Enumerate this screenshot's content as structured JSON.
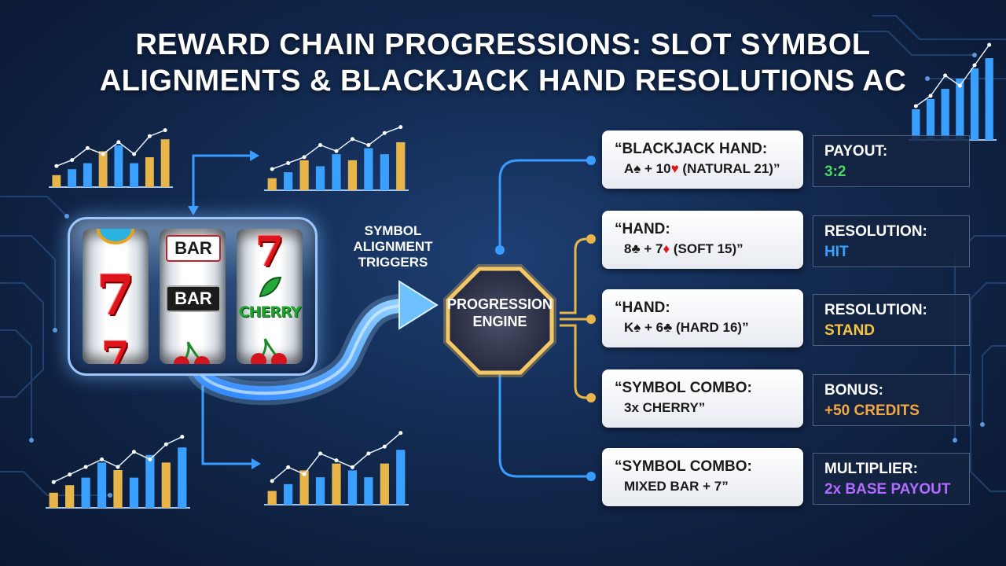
{
  "title": {
    "line1": "REWARD CHAIN PROGRESSIONS: SLOT SYMBOL",
    "line2": "ALIGNMENTS & BLACKJACK HAND RESOLUTIONS AC"
  },
  "slot_machine": {
    "reel1": {
      "top": "",
      "mid": "7",
      "bottom": "7"
    },
    "reel2": {
      "top": "BAR",
      "mid": "BAR"
    },
    "reel3": {
      "top": "7",
      "mid": "CHERRY"
    }
  },
  "trigger_label": {
    "line1": "SYMBOL",
    "line2": "ALIGNMENT",
    "line3": "TRIGGERS"
  },
  "engine": {
    "line1": "PROGRESSION",
    "line2": "ENGINE"
  },
  "outcomes": [
    {
      "hand_line1": "“BLACKJACK HAND:",
      "hand_pre": "A",
      "suit1": "♠",
      "mid": " + 10",
      "suit2": "♥",
      "hand_post": " (NATURAL 21)”",
      "result_key": "PAYOUT:",
      "result_value": "3:2",
      "value_color": "#4cd964"
    },
    {
      "hand_line1": "“HAND:",
      "hand_pre": "8",
      "suit1": "♣",
      "mid": " + 7",
      "suit2": "♦",
      "hand_post": " (SOFT 15)”",
      "result_key": "RESOLUTION:",
      "result_value": "HIT",
      "value_color": "#3aa0ff"
    },
    {
      "hand_line1": "“HAND:",
      "hand_pre": "K",
      "suit1": "♠",
      "mid": " + 6",
      "suit2": "♣",
      "hand_post": " (HARD 16)”",
      "result_key": "RESOLUTION:",
      "result_value": "STAND",
      "value_color": "#f5c542"
    },
    {
      "hand_line1": "“SYMBOL COMBO:",
      "hand_pre": "3x CHERRY”",
      "suit1": "",
      "mid": "",
      "suit2": "",
      "hand_post": "",
      "result_key": "BONUS:",
      "result_value": "+50 CREDITS",
      "value_color": "#f5a742"
    },
    {
      "hand_line1": "“SYMBOL COMBO:",
      "hand_pre": "MIXED BAR + 7”",
      "suit1": "",
      "mid": "",
      "suit2": "",
      "hand_post": "",
      "result_key": "MULTIPLIER:",
      "result_value": "2x BASE PAYOUT",
      "value_color": "#b36bff"
    }
  ],
  "colors": {
    "blue_line": "#3a9cff",
    "gold_line": "#e8b54a",
    "bar_blue": "#3aa0ff",
    "bar_gold": "#e8b54a"
  },
  "mini_charts": [
    {
      "values": [
        2,
        3,
        4,
        6,
        7,
        4,
        5,
        8
      ],
      "gold": [
        0,
        3,
        6,
        7
      ],
      "trend": [
        3,
        4,
        6,
        5,
        7,
        5,
        8,
        9
      ]
    },
    {
      "values": [
        2,
        3,
        5,
        4,
        6,
        5,
        7,
        6,
        8
      ],
      "gold": [
        0,
        2,
        5,
        8
      ],
      "trend": [
        3,
        4,
        5,
        7,
        6,
        8,
        7,
        9,
        10
      ]
    },
    {
      "values": [
        2,
        3,
        4,
        6,
        5,
        4,
        7,
        6,
        8
      ],
      "gold": [
        0,
        1,
        4,
        7
      ],
      "trend": [
        3,
        4,
        5,
        6,
        5,
        7,
        6,
        8,
        9
      ]
    },
    {
      "values": [
        2,
        3,
        5,
        4,
        6,
        5,
        4,
        6,
        8
      ],
      "gold": [
        0,
        2,
        4,
        7
      ],
      "trend": [
        3,
        5,
        4,
        7,
        6,
        5,
        7,
        8,
        10
      ]
    },
    {
      "values": [
        3,
        4,
        5,
        6,
        7,
        8
      ],
      "gold": [],
      "trend": [
        3,
        4,
        6,
        5,
        7,
        9
      ]
    }
  ]
}
